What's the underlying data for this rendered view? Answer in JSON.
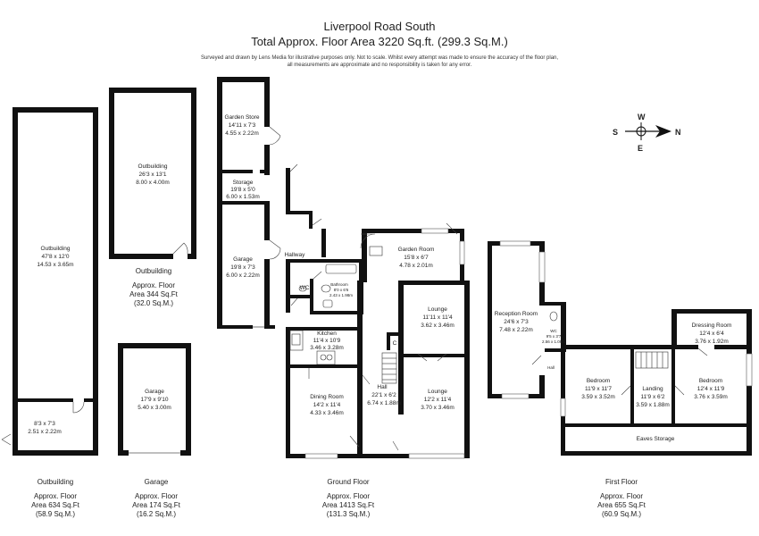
{
  "header": {
    "title": "Liverpool Road South",
    "subtitle": "Total Approx. Floor Area 3220 Sq.ft. (299.3 Sq.M.)",
    "disclaimer_line1": "Surveyed and drawn by Lens Media for illustrative purposes only. Not to scale. Whilst every attempt was made to ensure the accuracy of the floor plan,",
    "disclaimer_line2": "all measurements are approximate and no responsibility is taken for any error."
  },
  "compass": {
    "north": "N",
    "south": "S",
    "east": "E",
    "west": "W"
  },
  "rooms": {
    "outbuilding_large": {
      "name": "Outbuilding",
      "imperial": "47'8 x 12'0",
      "metric": "14.53 x 3.65m"
    },
    "outbuilding_small": {
      "imperial": "8'3 x 7'3",
      "metric": "2.51 x 2.22m"
    },
    "outbuilding_top": {
      "name": "Outbuilding",
      "imperial": "26'3 x 13'1",
      "metric": "8.00 x 4.00m"
    },
    "garage_detached": {
      "name": "Garage",
      "imperial": "17'9 x 9'10",
      "metric": "5.40 x 3.00m"
    },
    "garden_store": {
      "name": "Garden Store",
      "imperial": "14'11 x 7'3",
      "metric": "4.55 x 2.22m"
    },
    "storage": {
      "name": "Storage",
      "imperial": "19'8 x 5'0",
      "metric": "6.00 x 1.53m"
    },
    "garage_main": {
      "name": "Garage",
      "imperial": "19'8 x 7'3",
      "metric": "6.00 x 2.22m"
    },
    "hallway": {
      "name": "Hallway"
    },
    "wc_ground": {
      "name": "WC"
    },
    "bathroom": {
      "name": "Bathroom",
      "imperial": "8'0 x 6'6",
      "metric": "2.43 x 1.98m"
    },
    "garden_room": {
      "name": "Garden Room",
      "imperial": "15'8 x 6'7",
      "metric": "4.78 x 2.01m"
    },
    "lounge_1": {
      "name": "Lounge",
      "imperial": "11'11 x 11'4",
      "metric": "3.62 x 3.46m"
    },
    "kitchen": {
      "name": "Kitchen",
      "imperial": "11'4 x 10'9",
      "metric": "3.46 x 3.28m"
    },
    "cupboard": {
      "name": "C"
    },
    "hall": {
      "name": "Hall",
      "imperial": "22'1 x 6'2",
      "metric": "6.74 x 1.88m"
    },
    "lounge_2": {
      "name": "Lounge",
      "imperial": "12'2 x 11'4",
      "metric": "3.70 x 3.46m"
    },
    "dining_room": {
      "name": "Dining Room",
      "imperial": "14'2 x 11'4",
      "metric": "4.33 x 3.46m"
    },
    "reception_room": {
      "name": "Reception Room",
      "imperial": "24'6 x 7'3",
      "metric": "7.48 x 2.22m"
    },
    "wc_first": {
      "name": "WC",
      "imperial": "9'5 x 3'7",
      "metric": "2.56 x 1.09m"
    },
    "hall_first": {
      "name": "Hall"
    },
    "dressing_room": {
      "name": "Dressing Room",
      "imperial": "12'4 x 6'4",
      "metric": "3.76 x 1.92m"
    },
    "bedroom_1": {
      "name": "Bedroom",
      "imperial": "11'9 x 11'7",
      "metric": "3.59 x 3.52m"
    },
    "landing": {
      "name": "Landing",
      "imperial": "11'9 x 6'2",
      "metric": "3.59 x 1.88m"
    },
    "bedroom_2": {
      "name": "Bedroom",
      "imperial": "12'4 x 11'9",
      "metric": "3.76 x 3.59m"
    },
    "eaves_storage": {
      "name": "Eaves Storage"
    }
  },
  "labels": {
    "outbuilding_top_caption": {
      "title": "Outbuilding",
      "line1": "Approx. Floor",
      "line2": "Area 344 Sq.Ft",
      "line3": "(32.0 Sq.M.)"
    },
    "outbuilding_caption": {
      "title": "Outbuilding",
      "line1": "Approx. Floor",
      "line2": "Area 634 Sq.Ft",
      "line3": "(58.9 Sq.M.)"
    },
    "garage_caption": {
      "title": "Garage",
      "line1": "Approx. Floor",
      "line2": "Area 174 Sq.Ft",
      "line3": "(16.2 Sq.M.)"
    },
    "ground_floor_caption": {
      "title": "Ground Floor",
      "line1": "Approx. Floor",
      "line2": "Area 1413 Sq.Ft",
      "line3": "(131.3 Sq.M.)"
    },
    "first_floor_caption": {
      "title": "First Floor",
      "line1": "Approx. Floor",
      "line2": "Area 655 Sq.Ft",
      "line3": "(60.9 Sq.M.)"
    }
  }
}
